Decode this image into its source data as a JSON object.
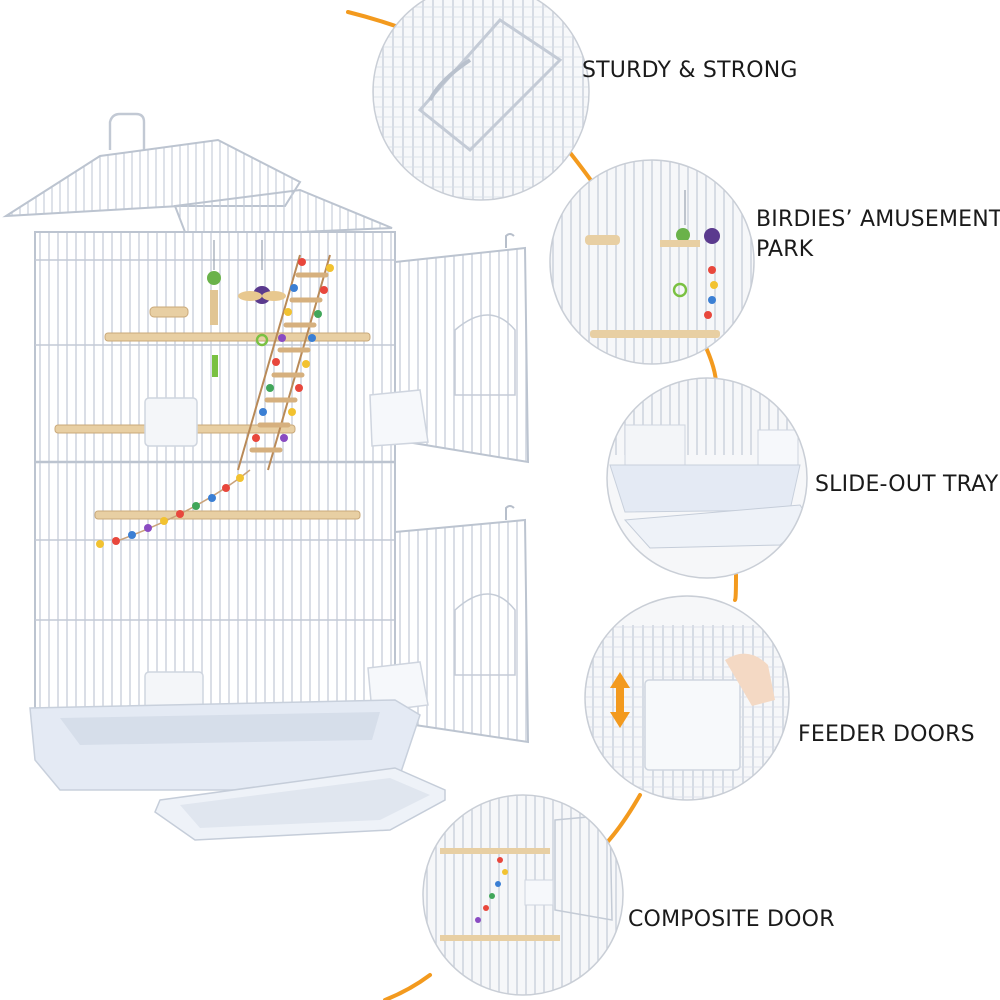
{
  "image": {
    "subject": "white bird cage with toys and pull-out tray",
    "accent_color": "#f39a1e",
    "cage_color": "#dde3ec",
    "tray_color": "#e4eaf4"
  },
  "features": [
    {
      "id": "sturdy",
      "lines": [
        "STURDY & STRONG"
      ]
    },
    {
      "id": "amusement",
      "lines": [
        "BIRDIES’ AMUSEMENT",
        "PARK"
      ]
    },
    {
      "id": "tray",
      "lines": [
        "SLIDE-OUT TRAY"
      ]
    },
    {
      "id": "feeder",
      "lines": [
        "FEEDER DOORS"
      ]
    },
    {
      "id": "door",
      "lines": [
        "COMPOSITE DOOR"
      ]
    }
  ]
}
